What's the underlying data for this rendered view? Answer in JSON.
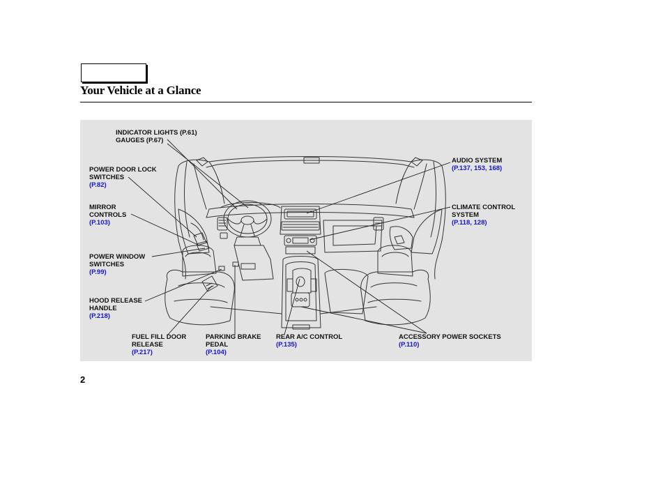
{
  "page": {
    "title": "Your Vehicle at a Glance",
    "page_number": "2"
  },
  "callouts": {
    "indicator": {
      "lines": [
        "INDICATOR LIGHTS (P.61)",
        "GAUGES (P.67)"
      ]
    },
    "door_lock": {
      "lines": [
        "POWER DOOR LOCK",
        "SWITCHES",
        "(P.82)"
      ]
    },
    "mirror": {
      "lines": [
        "MIRROR",
        "CONTROLS",
        "(P.103)"
      ]
    },
    "window": {
      "lines": [
        "POWER WINDOW",
        "SWITCHES",
        "(P.99)"
      ]
    },
    "hood": {
      "lines": [
        "HOOD RELEASE",
        "HANDLE",
        "(P.218)"
      ]
    },
    "fuel": {
      "lines": [
        "FUEL FILL DOOR",
        "RELEASE",
        "(P.217)"
      ]
    },
    "brake": {
      "lines": [
        "PARKING BRAKE",
        "PEDAL",
        "(P.104)"
      ]
    },
    "rear_ac": {
      "lines": [
        "REAR A/C CONTROL",
        "(P.135)"
      ]
    },
    "sockets": {
      "lines": [
        "ACCESSORY POWER SOCKETS",
        "(P.110)"
      ]
    },
    "audio": {
      "lines": [
        "AUDIO SYSTEM",
        "(P.137, 153, 168)"
      ]
    },
    "climate": {
      "lines": [
        "CLIMATE CONTROL",
        "SYSTEM",
        "(P.118, 128)"
      ]
    }
  }
}
